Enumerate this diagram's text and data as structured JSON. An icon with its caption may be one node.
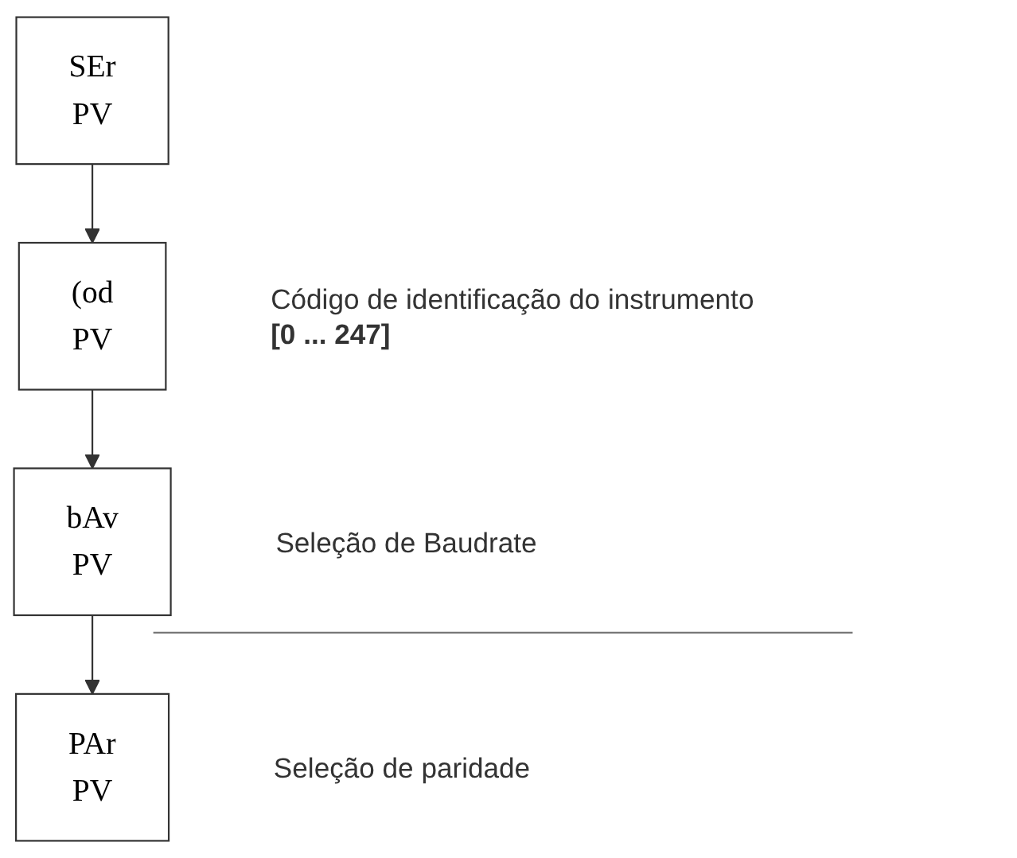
{
  "diagram": {
    "nodes": [
      {
        "text": [
          "SEr",
          "PV"
        ]
      },
      {
        "text": [
          "(od",
          "PV"
        ],
        "beside": [
          "Código de identificação do instrumento",
          "[0 ... 247]"
        ]
      },
      {
        "text": [
          "bAv",
          "PV"
        ],
        "beside": [
          "Seleção de Baudrate"
        ]
      },
      {
        "text": [
          "PAr",
          "PV"
        ],
        "beside": [
          "Seleção de paridade"
        ]
      }
    ],
    "edges": [
      {
        "from": 0,
        "to": 1,
        "arrow": "to"
      },
      {
        "from": 1,
        "to": 2,
        "arrow": "to"
      },
      {
        "from": 2,
        "to": 3,
        "arrow": "to"
      }
    ]
  }
}
